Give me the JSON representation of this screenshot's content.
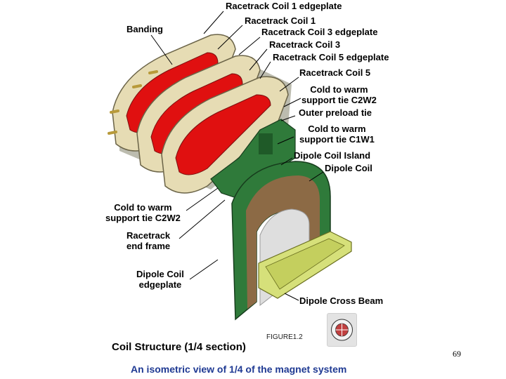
{
  "labels": {
    "rt1_edgeplate": "Racetrack Coil 1 edgeplate",
    "rt1": "Racetrack Coil 1",
    "banding": "Banding",
    "rt3_edgeplate": "Racetrack Coil 3 edgeplate",
    "rt3": "Racetrack Coil 3",
    "rt5_edgeplate": "Racetrack Coil 5 edgeplate",
    "rt5": "Racetrack Coil 5",
    "c2w2_top_line1": "Cold to warm",
    "c2w2_top_line2": "support tie C2W2",
    "outer_preload": "Outer preload tie",
    "c1w1_line1": "Cold to warm",
    "c1w1_line2": "support tie C1W1",
    "dipole_island": "Dipole Coil Island",
    "dipole_coil": "Dipole Coil",
    "c2w2_left_line1": "Cold to warm",
    "c2w2_left_line2": "support tie C2W2",
    "racetrack_end_line1": "Racetrack",
    "racetrack_end_line2": "end frame",
    "dipole_edgeplate_line1": "Dipole Coil",
    "dipole_edgeplate_line2": "edgeplate",
    "cross_beam": "Dipole Cross Beam"
  },
  "figure_caption": "FIGURE1.2",
  "title": "Coil Structure (1/4 section)",
  "page_number": "69",
  "subtitle": "An isometric view of 1/4 of the magnet system",
  "colors": {
    "coil_red": "#e01010",
    "edgeplate_tan": "#e6dcb4",
    "support_green": "#2f7a3a",
    "cross_beam_yellow": "#d6e07a",
    "dipole_brown": "#8c6a45",
    "subtitle_blue": "#1f3a93"
  }
}
